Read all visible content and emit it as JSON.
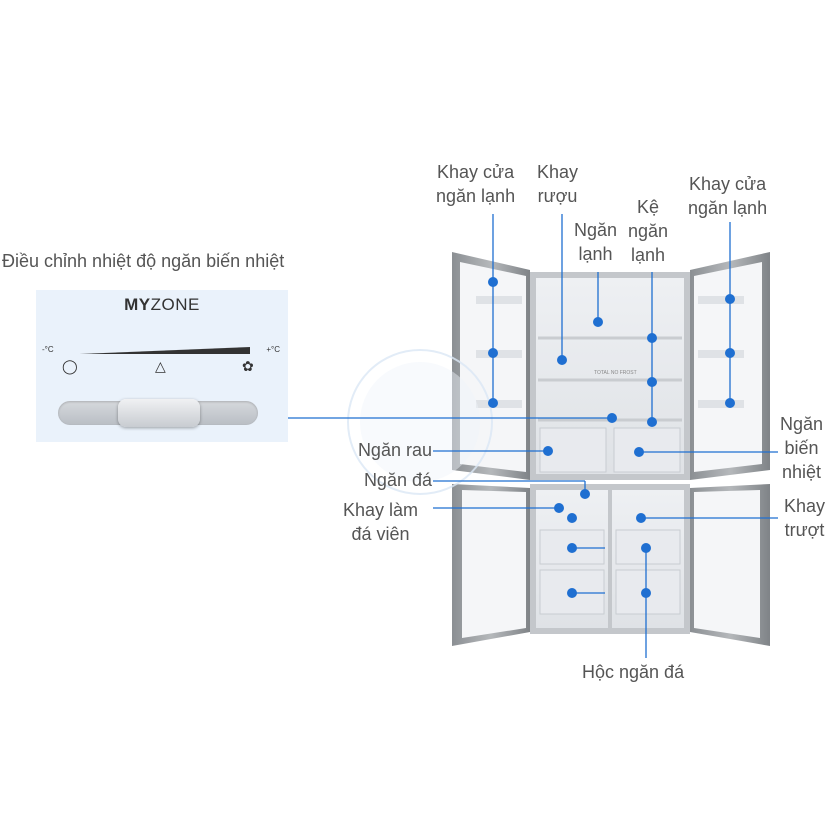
{
  "panel": {
    "title": "Điều chỉnh nhiệt độ ngăn biến nhiệt",
    "brand_bold": "MY",
    "brand_rest": "ZONE",
    "temp_min": "-°C",
    "temp_max": "+°C",
    "icons": [
      "meat-icon",
      "bottle-icon",
      "vegetable-icon"
    ]
  },
  "labels": {
    "khay_cua_left": [
      "Khay cửa",
      "ngăn lạnh"
    ],
    "khay_ruou": [
      "Khay",
      "rượu"
    ],
    "ngan_lanh": [
      "Ngăn",
      "lạnh"
    ],
    "ke_ngan_lanh": [
      "Kệ",
      "ngăn",
      "lạnh"
    ],
    "khay_cua_right": [
      "Khay cửa",
      "ngăn lạnh"
    ],
    "ngan_rau": "Ngăn rau",
    "ngan_da": "Ngăn đá",
    "khay_lam_da": [
      "Khay làm",
      "đá viên"
    ],
    "ngan_bien_nhiet": [
      "Ngăn",
      "biến",
      "nhiệt"
    ],
    "khay_truot": [
      "Khay",
      "trượt"
    ],
    "hoc_ngan_da": "Hộc ngăn đá"
  },
  "fridge_text": {
    "no_frost": "TOTAL NO FROST"
  },
  "colors": {
    "accent": "#1f6fd1",
    "line": "#1f6fd1",
    "text": "#555555"
  }
}
